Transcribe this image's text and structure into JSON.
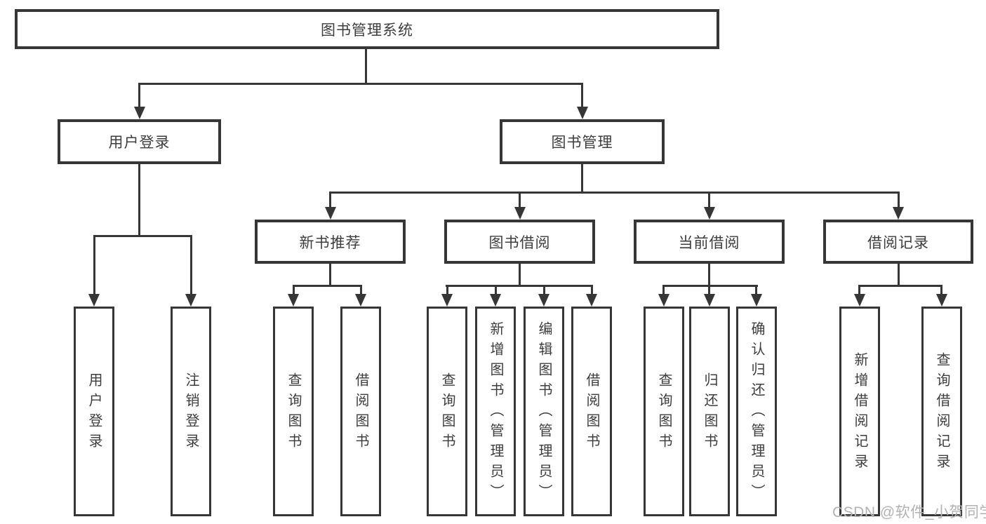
{
  "tree": {
    "root": "图书管理系统",
    "level1": [
      {
        "label": "用户登录",
        "children": [
          {
            "label": "用户登录"
          },
          {
            "label": "注销登录"
          }
        ]
      },
      {
        "label": "图书管理",
        "children": [
          {
            "label": "新书推荐",
            "children": [
              {
                "label": "查询图书"
              },
              {
                "label": "借阅图书"
              }
            ]
          },
          {
            "label": "图书借阅",
            "children": [
              {
                "label": "查询图书"
              },
              {
                "label": "新增图书（管理员）"
              },
              {
                "label": "编辑图书（管理员）"
              },
              {
                "label": "借阅图书"
              }
            ]
          },
          {
            "label": "当前借阅",
            "children": [
              {
                "label": "查询图书"
              },
              {
                "label": "归还图书"
              },
              {
                "label": "确认归还（管理员）"
              }
            ]
          },
          {
            "label": "借阅记录",
            "children": [
              {
                "label": "新增借阅记录"
              },
              {
                "label": "查询借阅记录"
              }
            ]
          }
        ]
      }
    ]
  },
  "watermark": {
    "text": "CSDN @软件_小贺同学",
    "color": "#b2b2b2"
  },
  "colors": {
    "line": "#363636",
    "text": "#3d3d3d",
    "background": "#ffffff"
  }
}
